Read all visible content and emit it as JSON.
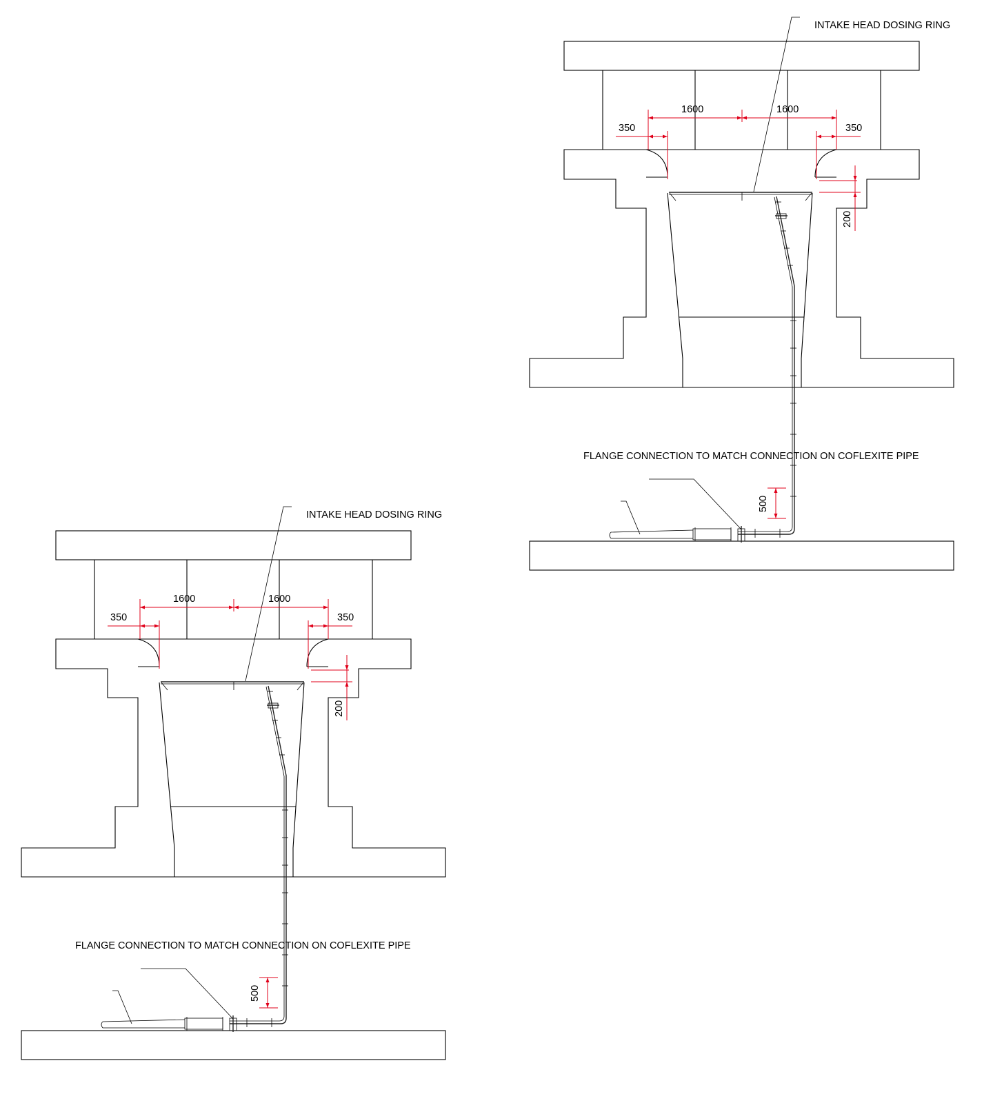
{
  "labels": {
    "dosing_ring": "INTAKE HEAD DOSING RING",
    "flange": "FLANGE CONNECTION TO MATCH CONNECTION ON COFLEXITE PIPE"
  },
  "dimensions": {
    "span_left": "1600",
    "span_right": "1600",
    "offset_left": "350",
    "offset_right": "350",
    "depth": "200",
    "pipe_height": "500"
  }
}
